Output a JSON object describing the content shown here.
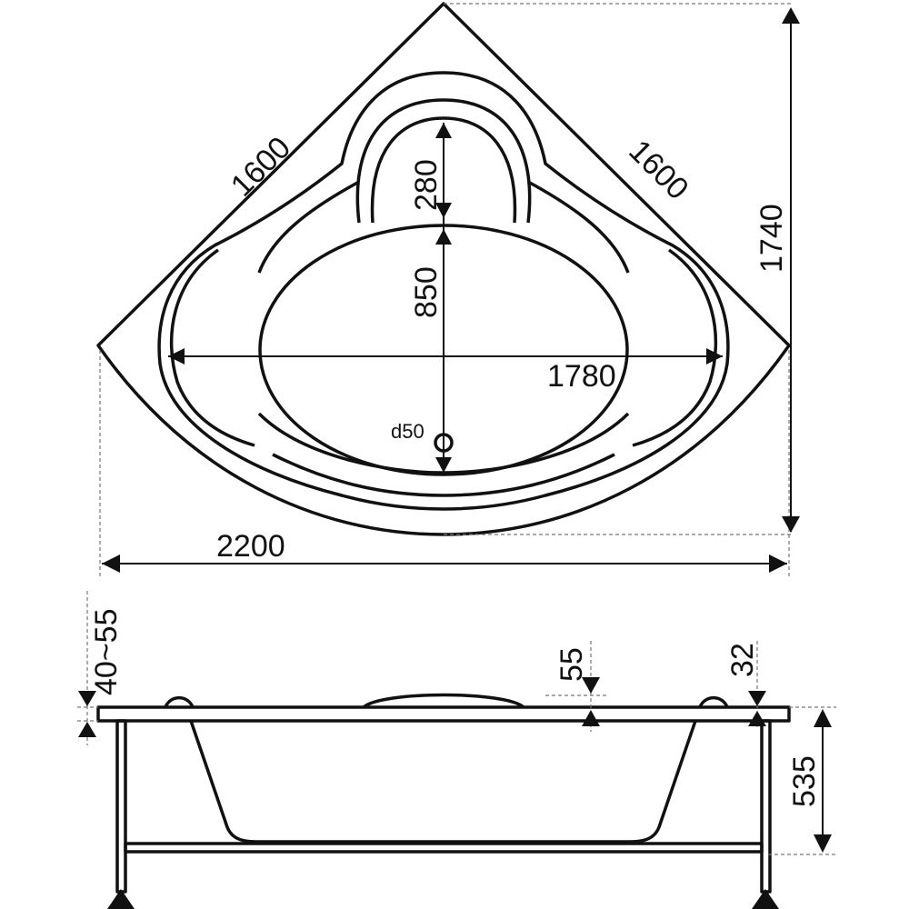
{
  "top_view": {
    "side_left": "1600",
    "side_right": "1600",
    "depth_total": "1740",
    "headrest_length": "280",
    "basin_depth": "850",
    "basin_width": "1780",
    "drain": "d50",
    "overall_width": "2200"
  },
  "side_view": {
    "rim_thickness": "40~55",
    "headrest_height": "55",
    "rim_lip": "32",
    "height": "535"
  }
}
